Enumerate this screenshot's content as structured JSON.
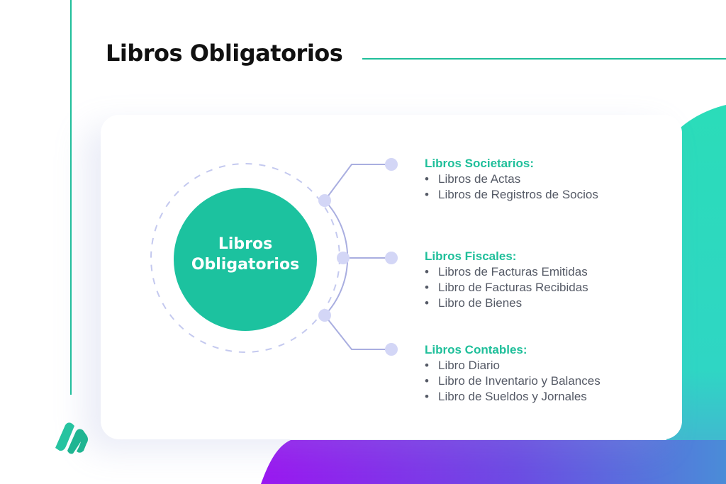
{
  "header": {
    "title": "Libros Obligatorios"
  },
  "diagram": {
    "center_label_lines": [
      "Libros",
      "Obligatorios"
    ],
    "groups": [
      {
        "title": "Libros Societarios:",
        "items": [
          "Libros de Actas",
          "Libros de Registros de Socios"
        ]
      },
      {
        "title": "Libros Fiscales:",
        "items": [
          "Libros de Facturas Emitidas",
          "Libro de Facturas Recibidas",
          "Libro de Bienes"
        ]
      },
      {
        "title": "Libros Contables:",
        "items": [
          "Libro Diario",
          "Libro de Inventario y Balances",
          "Libro de Sueldos y Jornales"
        ]
      }
    ]
  },
  "colors": {
    "accent_green": "#1fbf9a",
    "teal_panel": "#2bd9b8",
    "gradient_purple": "#9a18f0",
    "connector": "#a9aee0",
    "node_dot": "#d3d6f6",
    "text_gray": "#555a66"
  },
  "icons": {
    "logo": "stylized-s-logo-icon",
    "bullet": "•"
  }
}
